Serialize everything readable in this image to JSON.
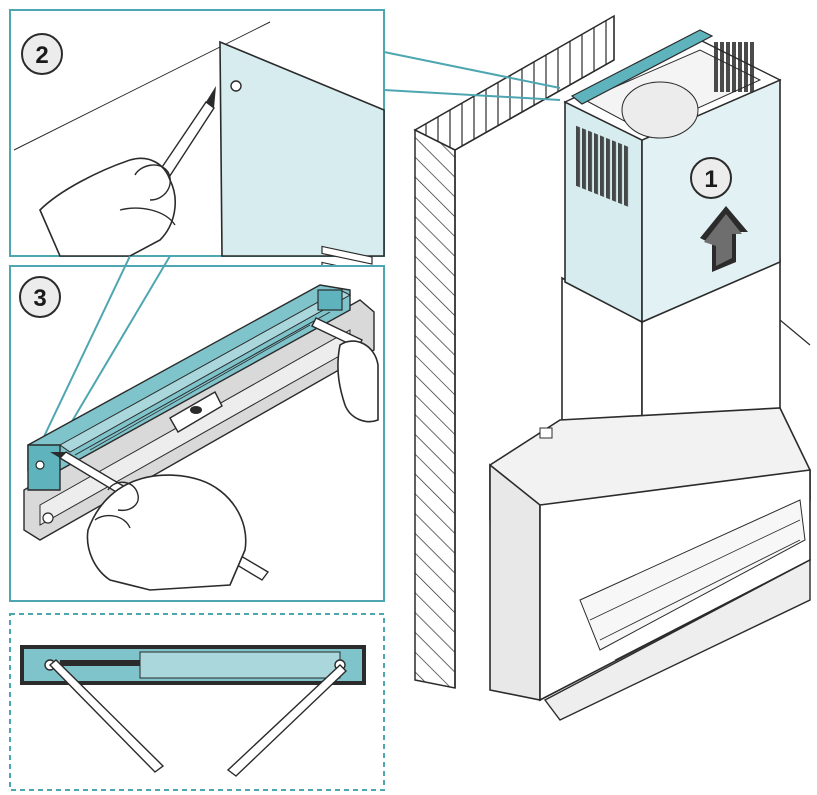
{
  "diagram": {
    "steps": [
      {
        "number": "2",
        "panel": "mark-wall-hole"
      },
      {
        "number": "3",
        "panel": "mark-bracket-holes"
      },
      {
        "number": "1",
        "panel": "raise-upper-chimney"
      }
    ],
    "colors": {
      "accent": "#5fb3bd",
      "accent_light": "#d6ecef",
      "accent_mid": "#7fc3cb",
      "line": "#2b2b2b",
      "panel_border": "#4ea6b1",
      "gray_light": "#e4e4e4",
      "gray_mid": "#cfcfcf"
    },
    "icons": [
      "pencil-icon",
      "hand-icon",
      "up-arrow-icon",
      "spirit-level-icon"
    ]
  }
}
